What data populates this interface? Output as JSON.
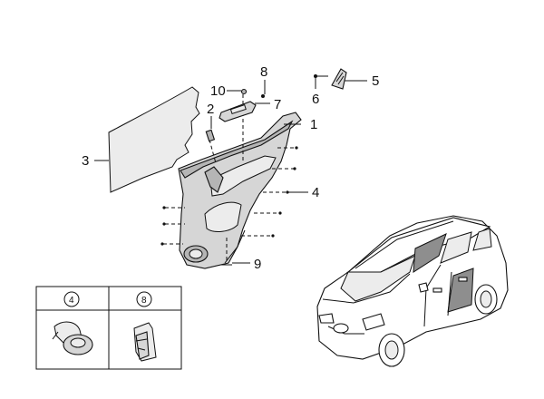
{
  "callouts": {
    "c1": "1",
    "c2": "2",
    "c3": "3",
    "c4": "4",
    "c5": "5",
    "c6": "6",
    "c7": "7",
    "c8": "8",
    "c9": "9",
    "c10": "10"
  },
  "fastener_table": {
    "cell_left_label": "4",
    "cell_right_label": "8"
  },
  "icons": {
    "trim_panel": "door-trim-panel-icon",
    "vapor_sheet": "vapor-barrier-sheet-icon",
    "vehicle": "vehicle-outline-icon",
    "push_clip": "push-clip-icon",
    "spring_clip": "spring-clip-icon"
  }
}
